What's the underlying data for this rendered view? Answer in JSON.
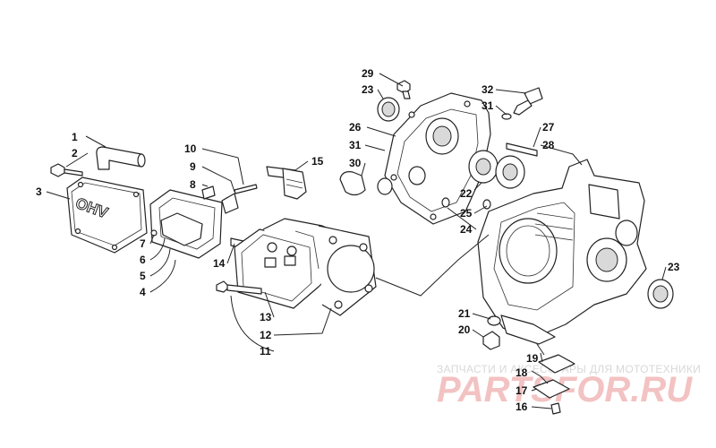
{
  "callouts": [
    {
      "id": "1",
      "text": "1"
    },
    {
      "id": "2",
      "text": "2"
    },
    {
      "id": "3",
      "text": "3"
    },
    {
      "id": "4",
      "text": "4"
    },
    {
      "id": "5",
      "text": "5"
    },
    {
      "id": "6",
      "text": "6"
    },
    {
      "id": "7",
      "text": "7"
    },
    {
      "id": "8",
      "text": "8"
    },
    {
      "id": "9",
      "text": "9"
    },
    {
      "id": "10",
      "text": "10"
    },
    {
      "id": "11",
      "text": "11"
    },
    {
      "id": "12",
      "text": "12"
    },
    {
      "id": "13",
      "text": "13"
    },
    {
      "id": "14",
      "text": "14"
    },
    {
      "id": "15",
      "text": "15"
    },
    {
      "id": "16",
      "text": "16"
    },
    {
      "id": "17",
      "text": "17"
    },
    {
      "id": "18",
      "text": "18"
    },
    {
      "id": "19",
      "text": "19"
    },
    {
      "id": "20",
      "text": "20"
    },
    {
      "id": "21",
      "text": "21"
    },
    {
      "id": "22",
      "text": "22"
    },
    {
      "id": "23a",
      "text": "23"
    },
    {
      "id": "23b",
      "text": "23"
    },
    {
      "id": "24",
      "text": "24"
    },
    {
      "id": "25",
      "text": "25"
    },
    {
      "id": "26",
      "text": "26"
    },
    {
      "id": "27",
      "text": "27"
    },
    {
      "id": "28",
      "text": "28"
    },
    {
      "id": "29",
      "text": "29"
    },
    {
      "id": "30",
      "text": "30"
    },
    {
      "id": "31a",
      "text": "31"
    },
    {
      "id": "31b",
      "text": "31"
    },
    {
      "id": "32",
      "text": "32"
    }
  ],
  "cover_embossed_text": "OHV",
  "watermark": {
    "tagline": "ЗАПЧАСТИ И АКСЕССУАРЫ ДЛЯ МОТОТЕХНИКИ",
    "brand": "PARTSFOR.RU",
    "tagline_color": "#d0d0d0",
    "brand_color": "#f0b8b8"
  },
  "colors": {
    "line": "#222222",
    "background": "#ffffff"
  }
}
